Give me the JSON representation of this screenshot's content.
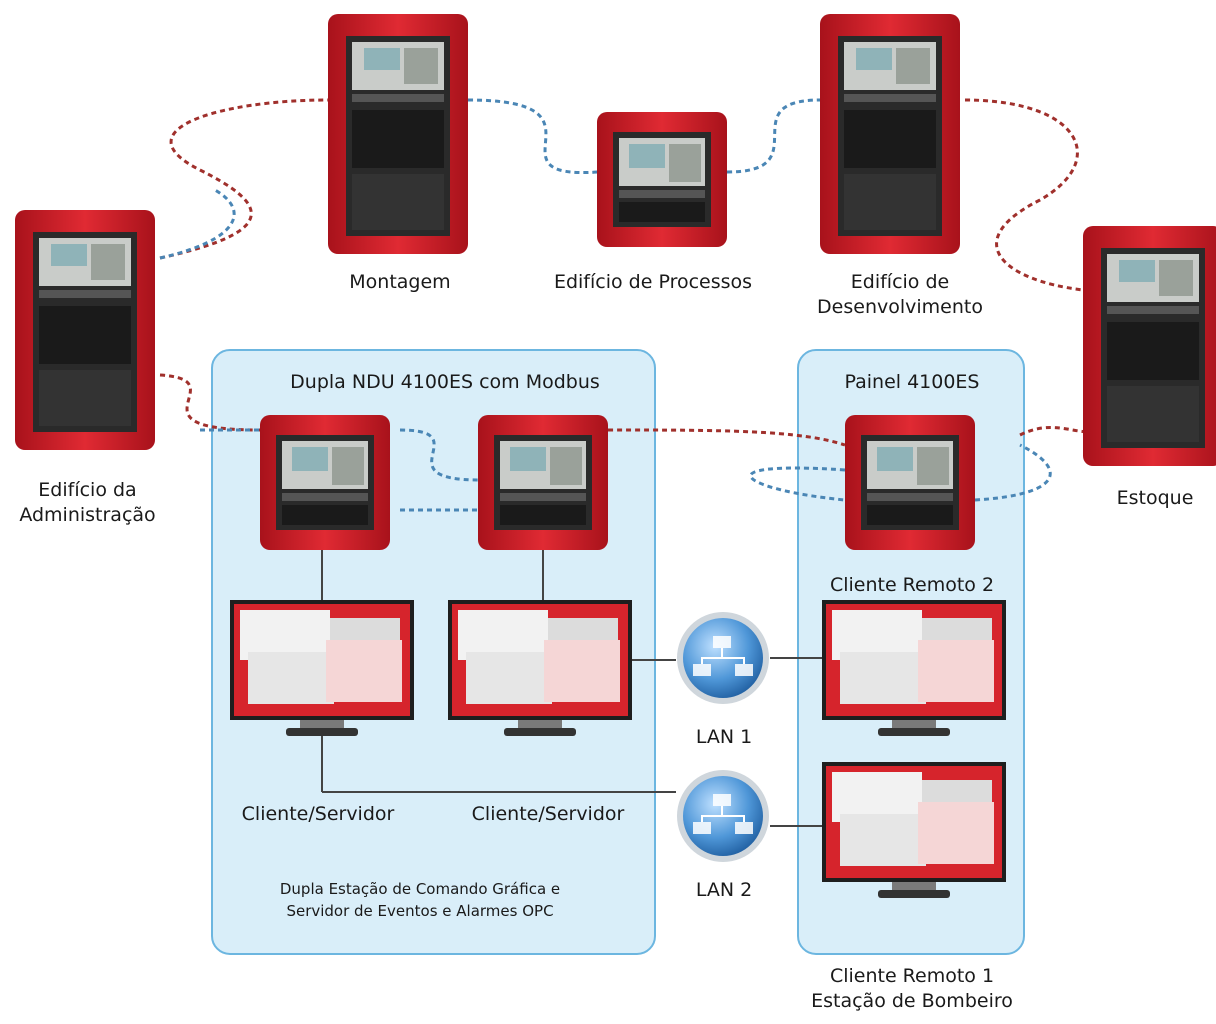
{
  "buildings": {
    "admin": "Edifício da\nAdministração",
    "montagem": "Montagem",
    "processos": "Edifício de Processos",
    "desenvolvimento": "Edifício de\nDesenvolvimento",
    "estoque": "Estoque"
  },
  "groups": {
    "dupla_ndu": "Dupla NDU 4100ES com Modbus",
    "painel": "Painel 4100ES"
  },
  "stations": {
    "cliente_servidor_1": "Cliente/Servidor",
    "cliente_servidor_2": "Cliente/Servidor",
    "cliente_remoto_2": "Cliente Remoto 2",
    "cliente_remoto_1": "Cliente Remoto 1\nEstação de Bombeiro"
  },
  "networks": {
    "lan1": "LAN 1",
    "lan2": "LAN 2"
  },
  "caption": "Dupla Estação de Comando Gráfica e\nServidor de Eventos e Alarmes OPC",
  "colors": {
    "panel_red": "#d0202a",
    "box_fill": "#d9eef9",
    "box_border": "#6cb6e0",
    "cable_red": "#a0302c",
    "cable_blue": "#4a86b5",
    "lan_blue": "#3f8ad0"
  }
}
